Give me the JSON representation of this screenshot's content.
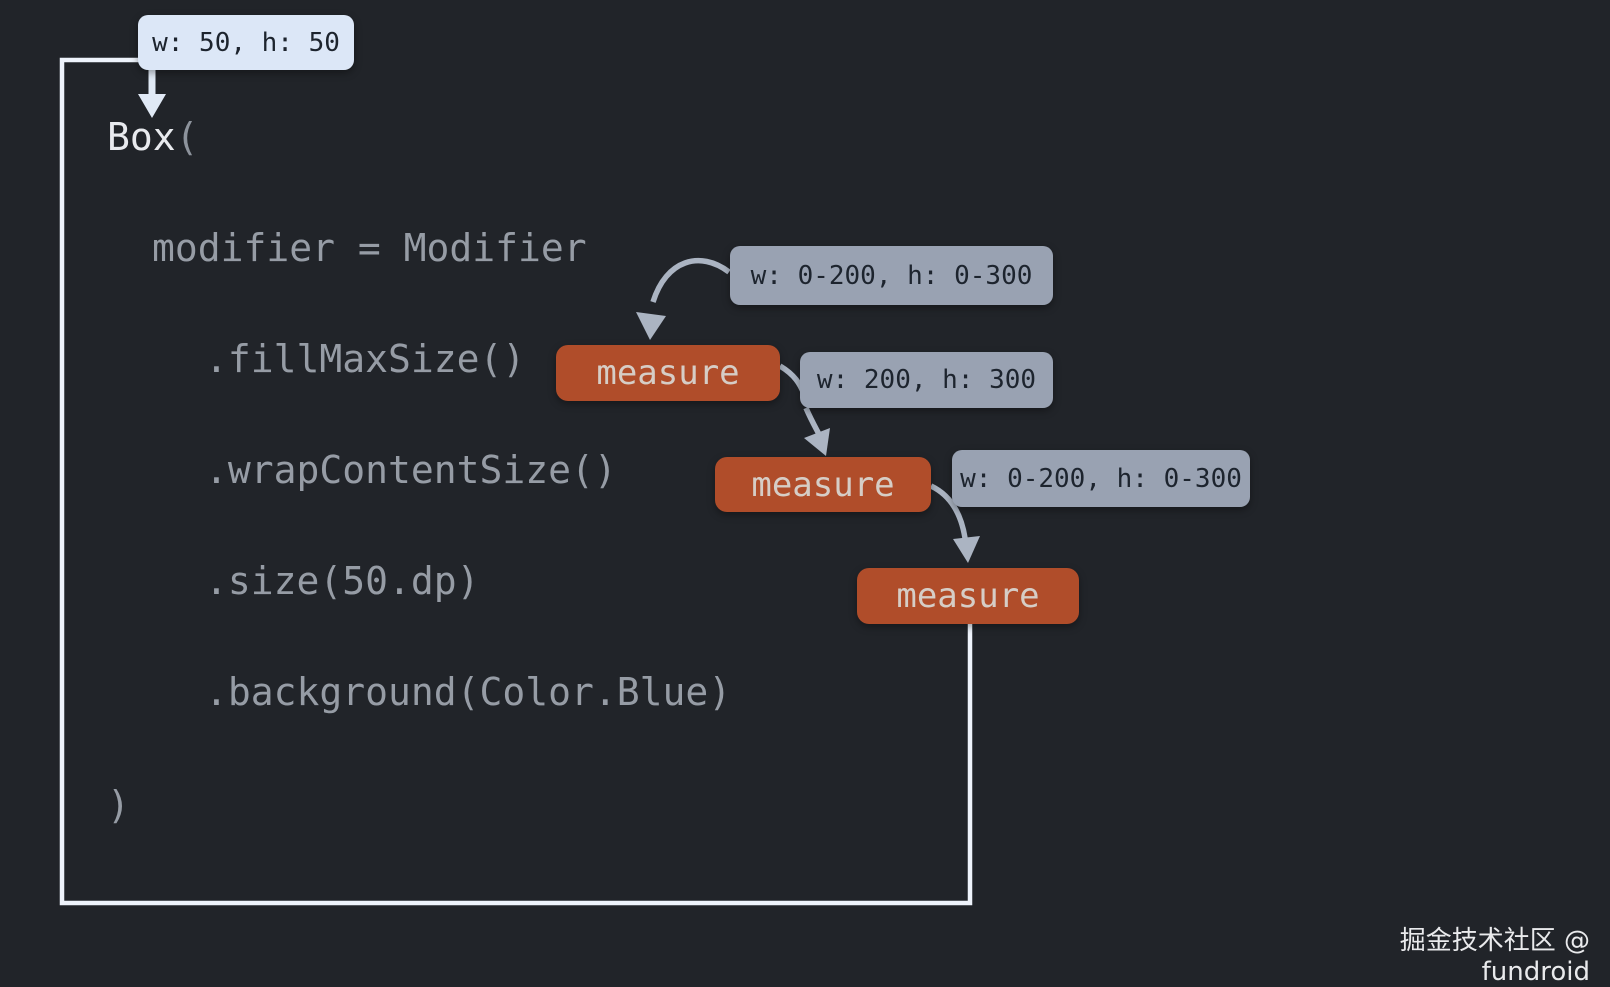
{
  "title": "Jetpack Compose modifier measure chain diagram",
  "code": {
    "box_name": "Box",
    "box_open_paren": "(",
    "modifier_line": "modifier = Modifier",
    "fill_max_size": ".fillMaxSize()",
    "wrap_content_size": ".wrapContentSize()",
    "size": ".size(50.dp)",
    "background": ".background(Color.Blue)",
    "close_paren": ")"
  },
  "badges": {
    "result_final": "w: 50, h: 50",
    "constraints_incoming": "w: 0-200, h: 0-300",
    "result_fill_max_size": "w: 200, h: 300",
    "constraints_wrap_content": "w: 0-200, h: 0-300"
  },
  "measure_nodes": [
    {
      "label": "measure"
    },
    {
      "label": "measure"
    },
    {
      "label": "measure"
    }
  ],
  "watermark": "掘金技术社区 @ fundroid",
  "colors": {
    "background": "#212429",
    "code_text": "#969ca5",
    "code_text_bright": "#e8eaee",
    "measure_node_bg": "#b04d2a",
    "measure_node_text": "#d6cdc6",
    "constraint_badge_bg": "#99a2b2",
    "constraint_badge_text": "#1d242e",
    "result_badge_bg": "#dce7f7",
    "outline_stroke": "#eef3fb",
    "arrow_stroke": "#abb4c2"
  }
}
